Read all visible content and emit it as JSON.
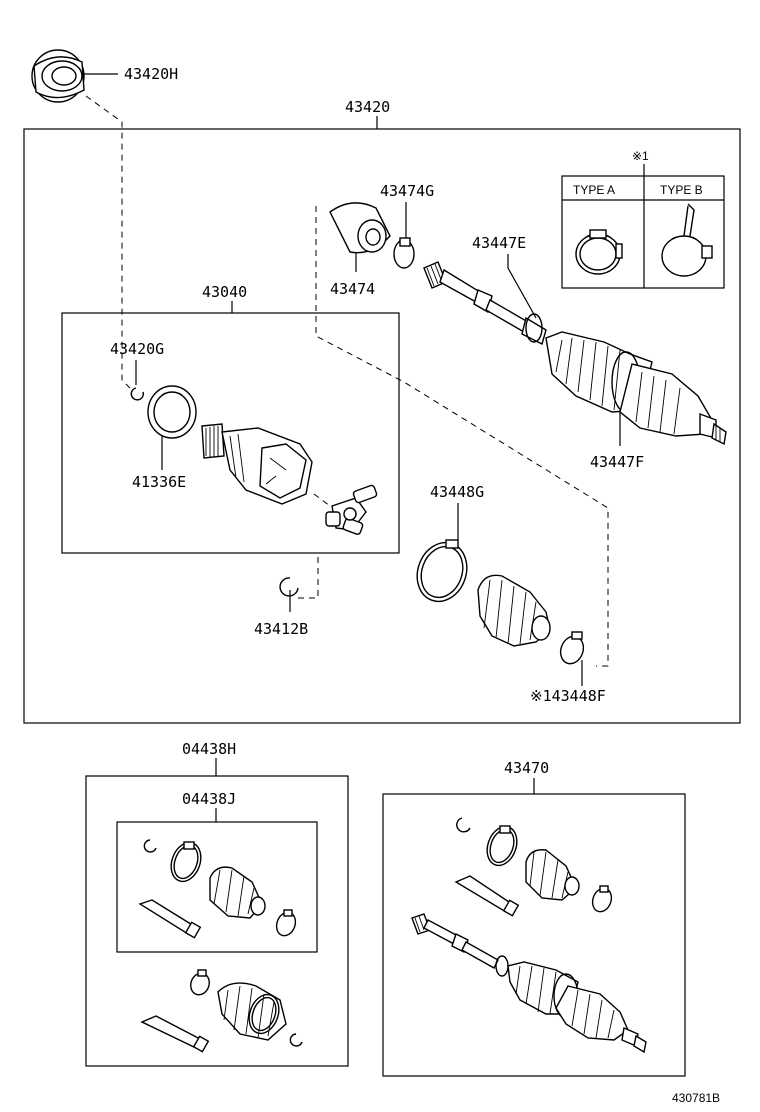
{
  "labels": {
    "p43420H": "43420H",
    "p43420": "43420",
    "p43040": "43040",
    "p43420G": "43420G",
    "p41336E": "41336E",
    "p43474G": "43474G",
    "p43474": "43474",
    "p43447E": "43447E",
    "p43447F": "43447F",
    "p43448G": "43448G",
    "p43412B": "43412B",
    "p43448F": "※143448F",
    "p04438H": "04438H",
    "p04438J": "04438J",
    "p43470": "43470",
    "note1": "※1",
    "typeA": "TYPE A",
    "typeB": "TYPE B",
    "figure_id": "430781B"
  }
}
